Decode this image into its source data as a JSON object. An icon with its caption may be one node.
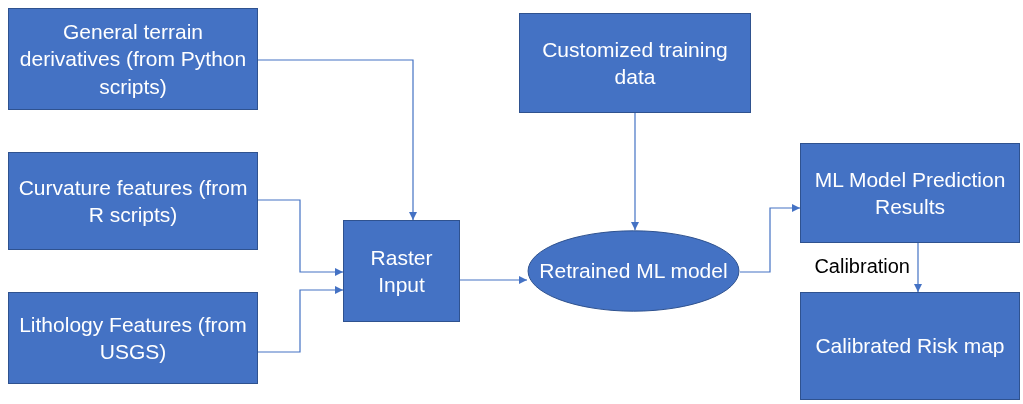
{
  "diagram": {
    "nodes": [
      {
        "text": [
          "General terrain derivatives (from Python scripts)"
        ]
      },
      {
        "text": [
          "Curvature features (from R scripts)"
        ]
      },
      {
        "text": [
          "Lithology Features (from USGS)"
        ]
      },
      {
        "text": [
          "Raster Input"
        ]
      },
      {
        "text": [
          "Customized training data"
        ]
      },
      {
        "text": [
          "Retrained ML model"
        ]
      },
      {
        "text": [
          "ML Model Prediction Results"
        ]
      },
      {
        "text": [
          "Calibrated Risk map"
        ]
      }
    ],
    "edges": [
      {
        "from": 0,
        "to": 3,
        "arrow": "to"
      },
      {
        "from": 1,
        "to": 3,
        "arrow": "to"
      },
      {
        "from": 2,
        "to": 3,
        "arrow": "to"
      },
      {
        "from": 3,
        "to": 5,
        "arrow": "to"
      },
      {
        "from": 4,
        "to": 5,
        "arrow": "to"
      },
      {
        "from": 5,
        "to": 6,
        "arrow": "to"
      },
      {
        "from": 6,
        "to": 7,
        "arrow": "to",
        "label": "Calibration"
      }
    ]
  }
}
